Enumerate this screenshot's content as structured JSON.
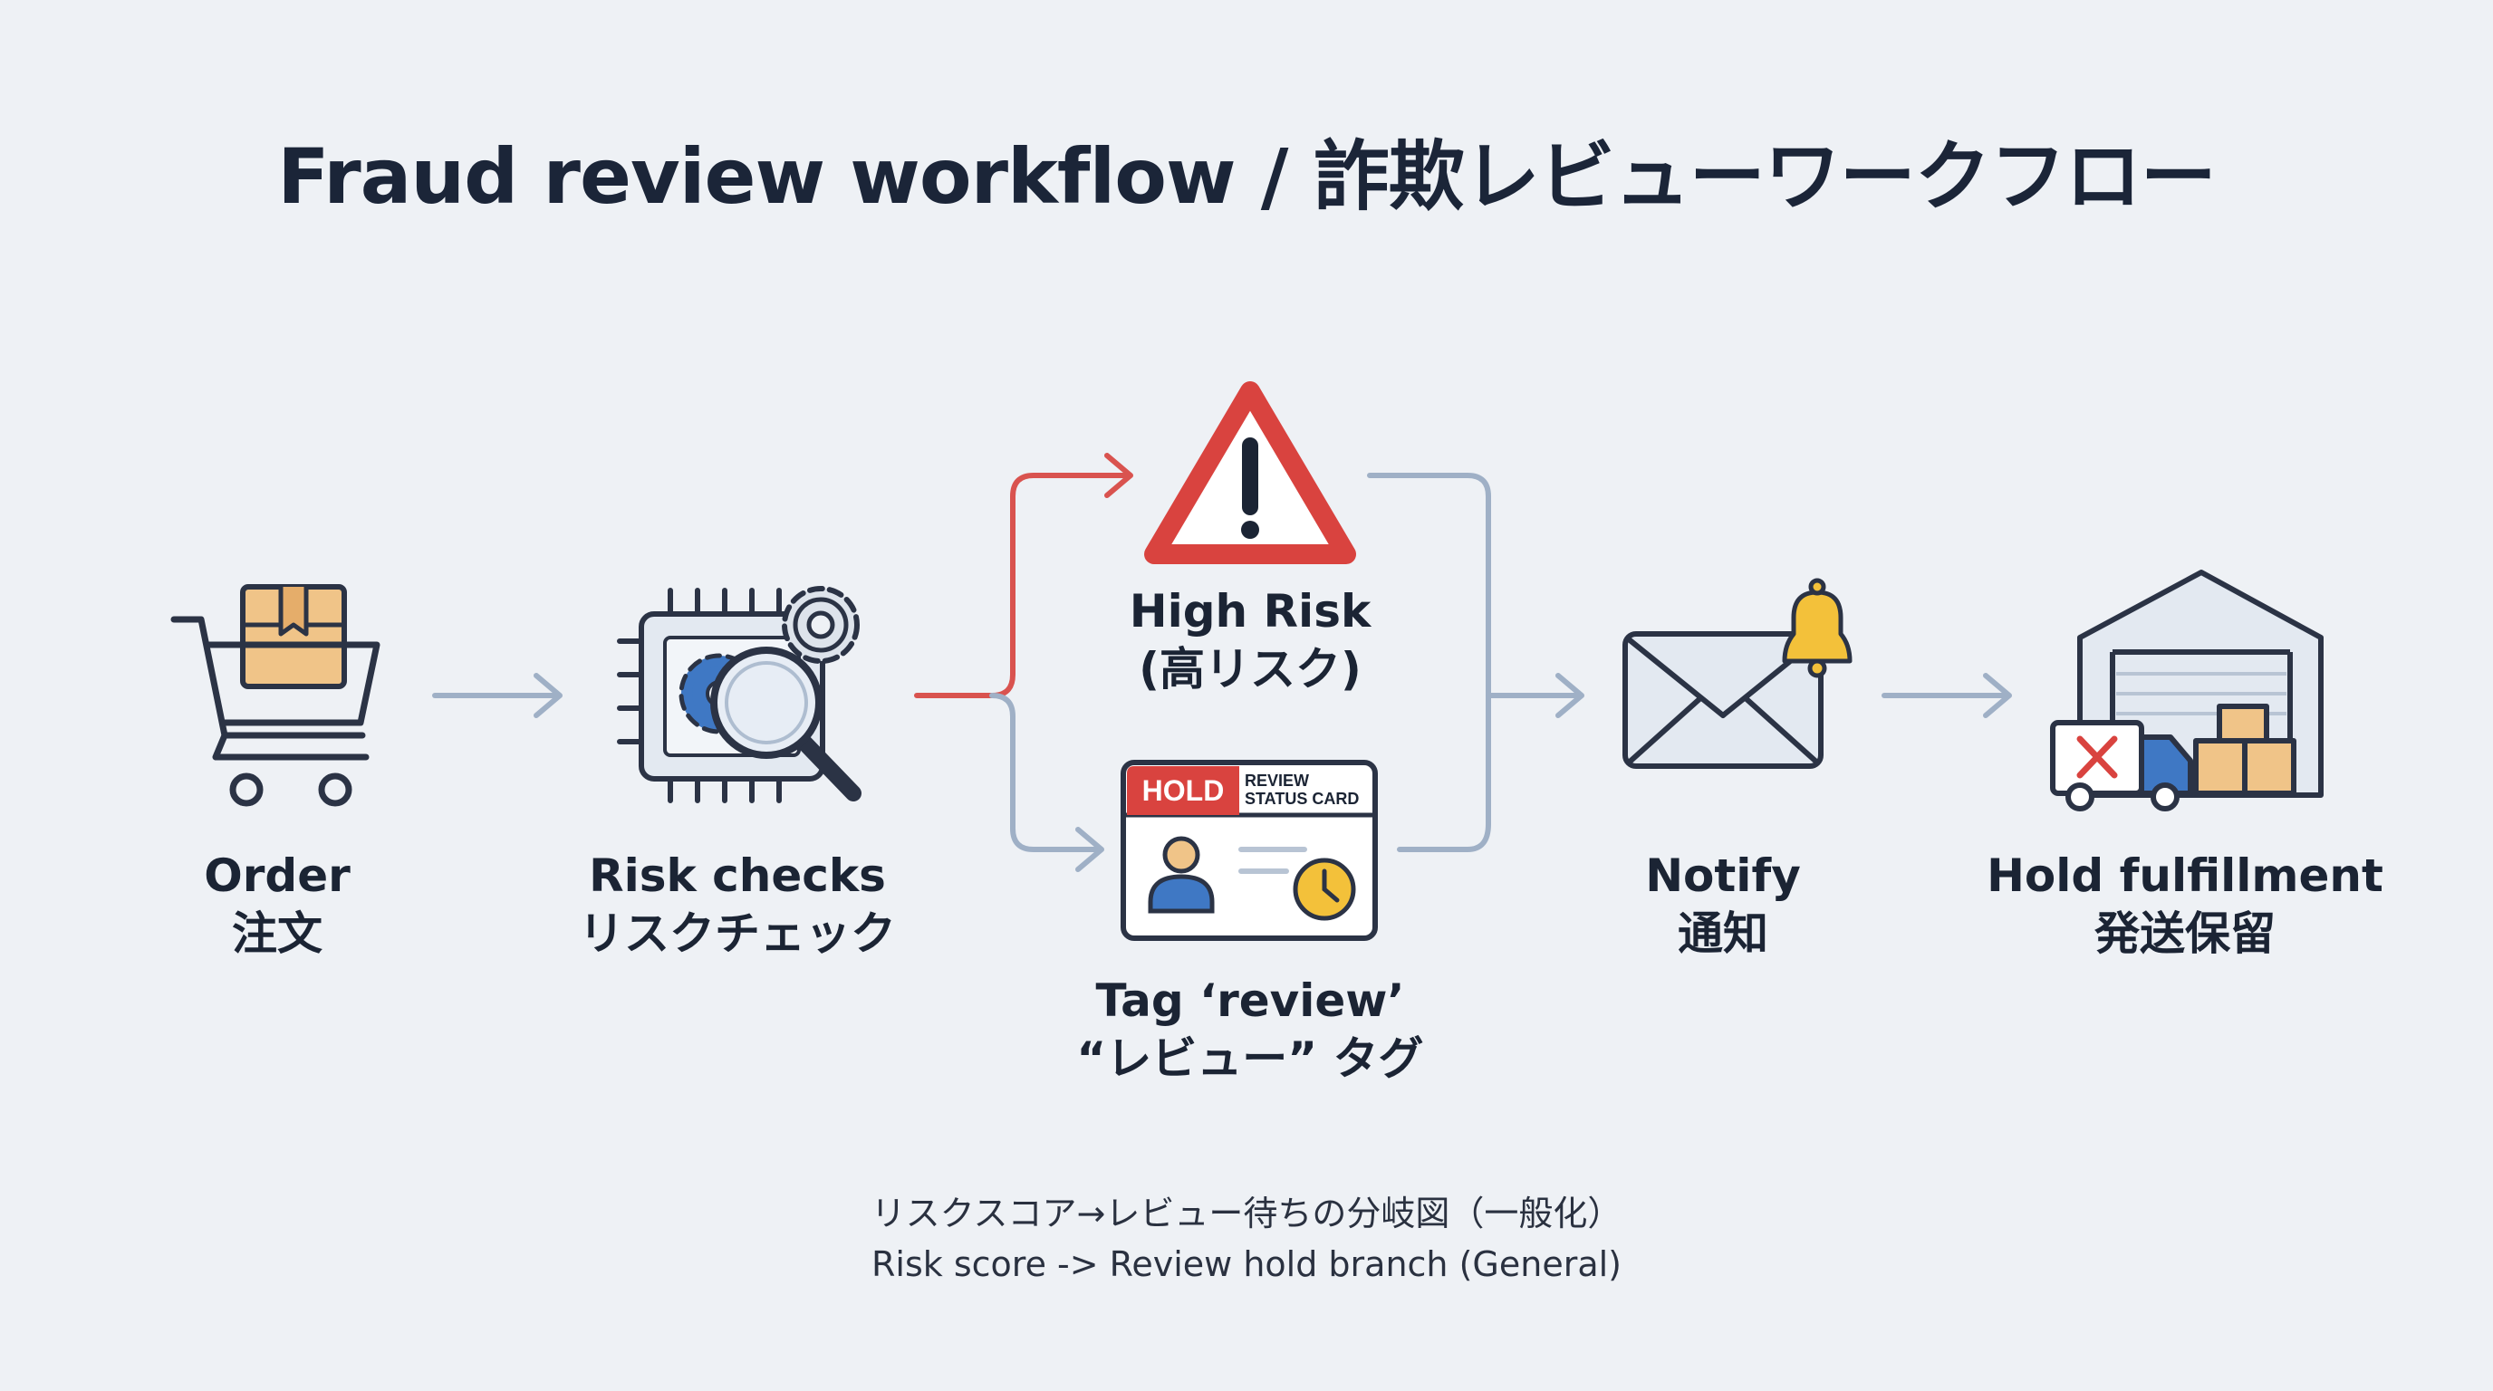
{
  "title": "Fraud review workflow / 詐欺レビューワークフロー",
  "nodes": {
    "order": {
      "en": "Order",
      "ja": "注文"
    },
    "risk_checks": {
      "en": "Risk checks",
      "ja": "リスクチェック"
    },
    "high_risk": {
      "en": "High Risk",
      "ja": "(高リスク)"
    },
    "tag_review": {
      "en": "Tag ‘review’",
      "ja": "“レビュー” タグ"
    },
    "notify": {
      "en": "Notify",
      "ja": "通知"
    },
    "hold": {
      "en": "Hold fulfillment",
      "ja": "発送保留"
    }
  },
  "review_card": {
    "badge": "HOLD",
    "header_line1": "REVIEW",
    "header_line2": "STATUS CARD"
  },
  "caption": {
    "ja": "リスクスコア→レビュー待ちの分岐図（一般化）",
    "en": "Risk score -> Review hold branch (General)"
  },
  "colors": {
    "high_risk_path": "#d9534f",
    "normal_path": "#9fb0c6",
    "box": "#f0c488",
    "warning_red": "#d9433f",
    "bell": "#f3c13a",
    "gear_blue": "#3f78c4"
  },
  "icons": {
    "order": "shopping-cart-icon",
    "risk_checks": "chip-magnifier-icon",
    "high_risk": "warning-triangle-icon",
    "tag_review": "review-card-icon",
    "notify": "envelope-bell-icon",
    "hold": "warehouse-truck-icon"
  }
}
